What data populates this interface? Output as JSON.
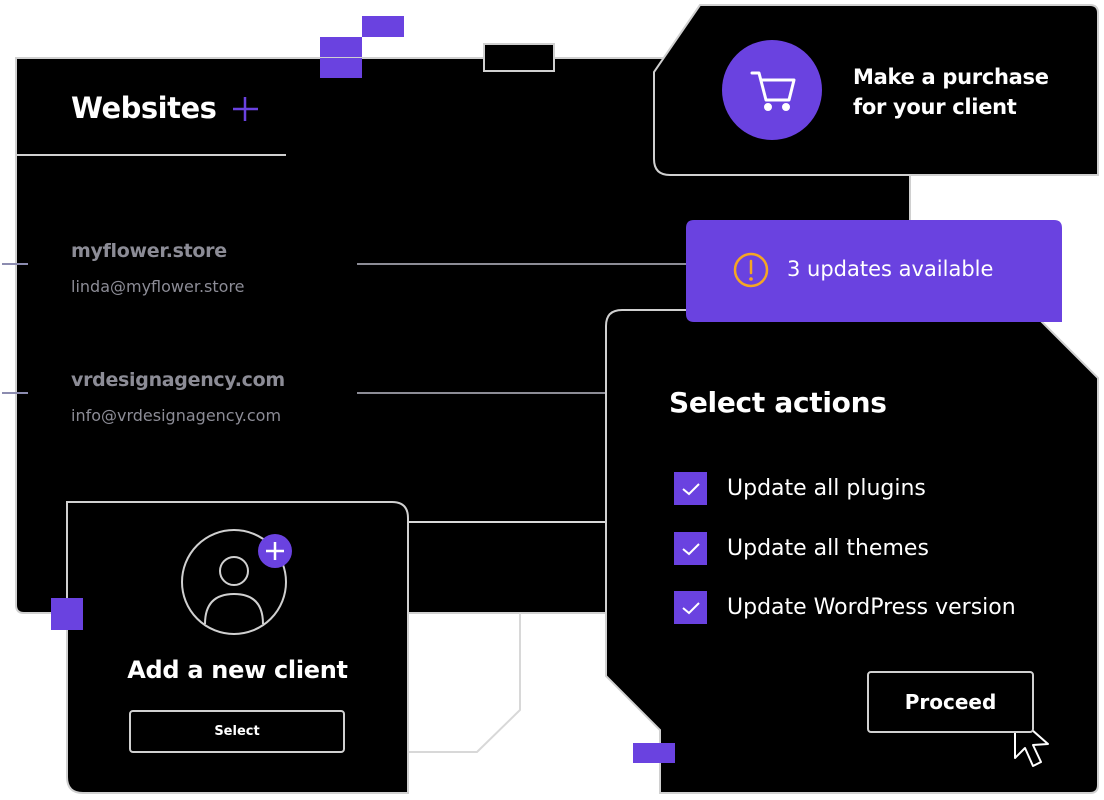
{
  "colors": {
    "accent": "#6a42e0",
    "panel": "#000000",
    "border": "#d0d0d0",
    "muted_text": "#8c8c96",
    "warning": "#f5a623"
  },
  "websites": {
    "title": "Websites",
    "add_icon": "plus-icon",
    "items": [
      {
        "domain": "myflower.store",
        "email": "linda@myflower.store"
      },
      {
        "domain": "vrdesignagency.com",
        "email": "info@vrdesignagency.com"
      }
    ]
  },
  "purchase": {
    "icon": "cart-icon",
    "line1": "Make a purchase",
    "line2": "for your client"
  },
  "updates_banner": {
    "icon": "warning-icon",
    "text": "3 updates available"
  },
  "actions": {
    "title": "Select actions",
    "options": [
      {
        "label": "Update all plugins",
        "checked": true
      },
      {
        "label": "Update all themes",
        "checked": true
      },
      {
        "label": "Update WordPress version",
        "checked": true
      }
    ],
    "proceed_label": "Proceed"
  },
  "new_client": {
    "icon": "user-add-icon",
    "title": "Add a new client",
    "select_label": "Select"
  }
}
